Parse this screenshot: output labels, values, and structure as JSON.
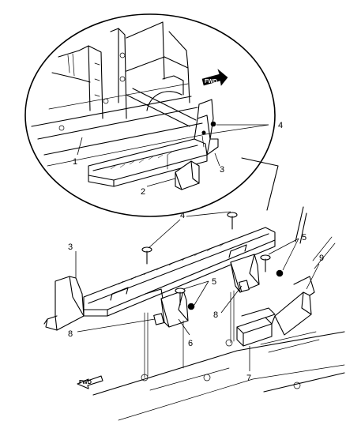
{
  "diagram": {
    "callouts": {
      "c1": "1",
      "c2": "2",
      "c3_detail": "3",
      "c3_main": "3",
      "c4_detail": "4",
      "c4_main": "4",
      "c5_upper": "5",
      "c5_lower": "5",
      "c6": "6",
      "c7": "7",
      "c8_left": "8",
      "c8_right": "8",
      "c9": "9"
    },
    "arrows": {
      "fwd_upper": "FWD",
      "fwd_lower": "FWD"
    }
  }
}
